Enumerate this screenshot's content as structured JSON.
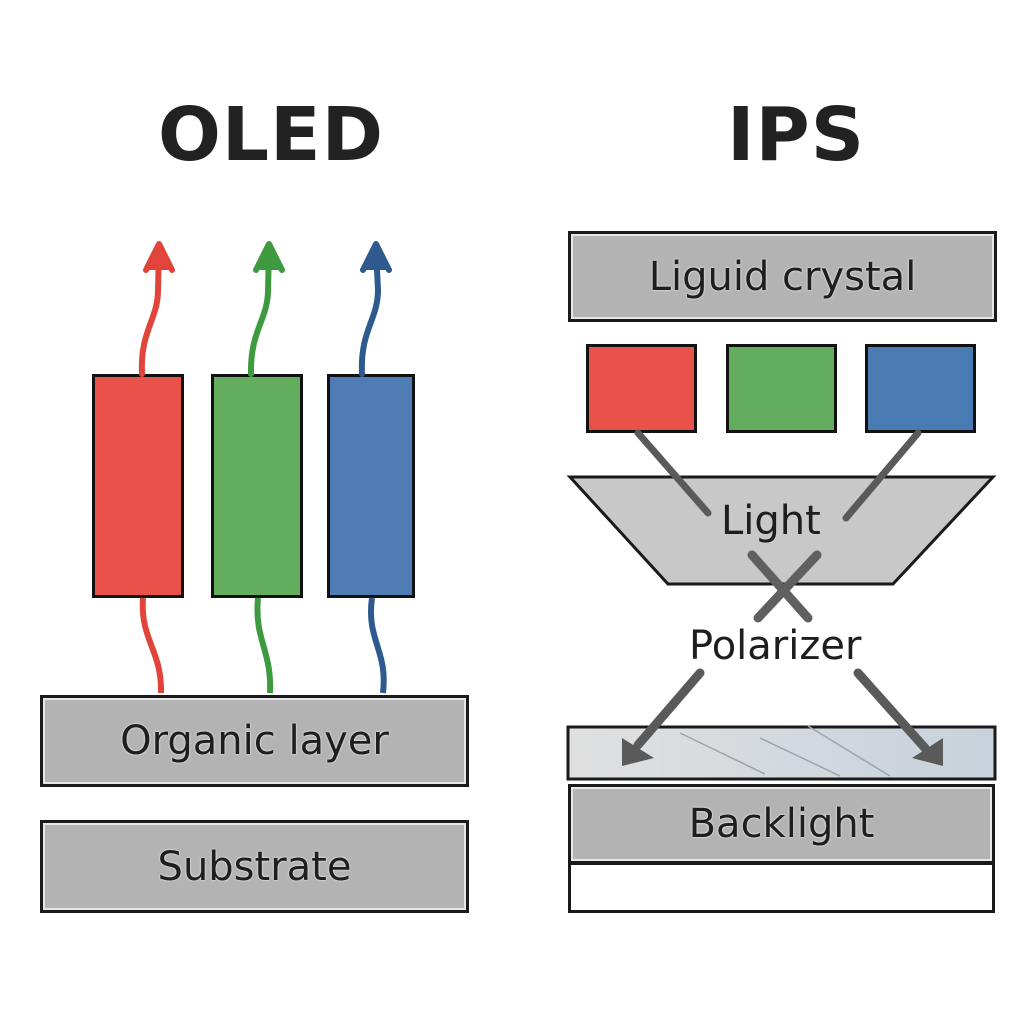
{
  "oled": {
    "title": "OLED",
    "subpixels": [
      {
        "name": "red",
        "color": "#e8524a",
        "arrow_color": "#e0443b"
      },
      {
        "name": "green",
        "color": "#63ad5e",
        "arrow_color": "#3e9a3e"
      },
      {
        "name": "blue",
        "color": "#4f7cb5",
        "arrow_color": "#2f5a90"
      }
    ],
    "layers": {
      "organic": "Organic layer",
      "substrate": "Substrate"
    }
  },
  "ips": {
    "title": "IPS",
    "layers": {
      "liquid_crystal": "Liguid crystal",
      "light": "Light",
      "polarizer": "Polarizer",
      "backlight": "Backlight"
    },
    "color_filters": [
      {
        "name": "red",
        "color": "#e8524a"
      },
      {
        "name": "green",
        "color": "#63ad5e"
      },
      {
        "name": "blue",
        "color": "#4a7ab2"
      }
    ]
  },
  "colors": {
    "layer_fill": "#b3b3b3",
    "outline": "#1a1a1a",
    "arrow_gray": "#5a5a5a"
  }
}
